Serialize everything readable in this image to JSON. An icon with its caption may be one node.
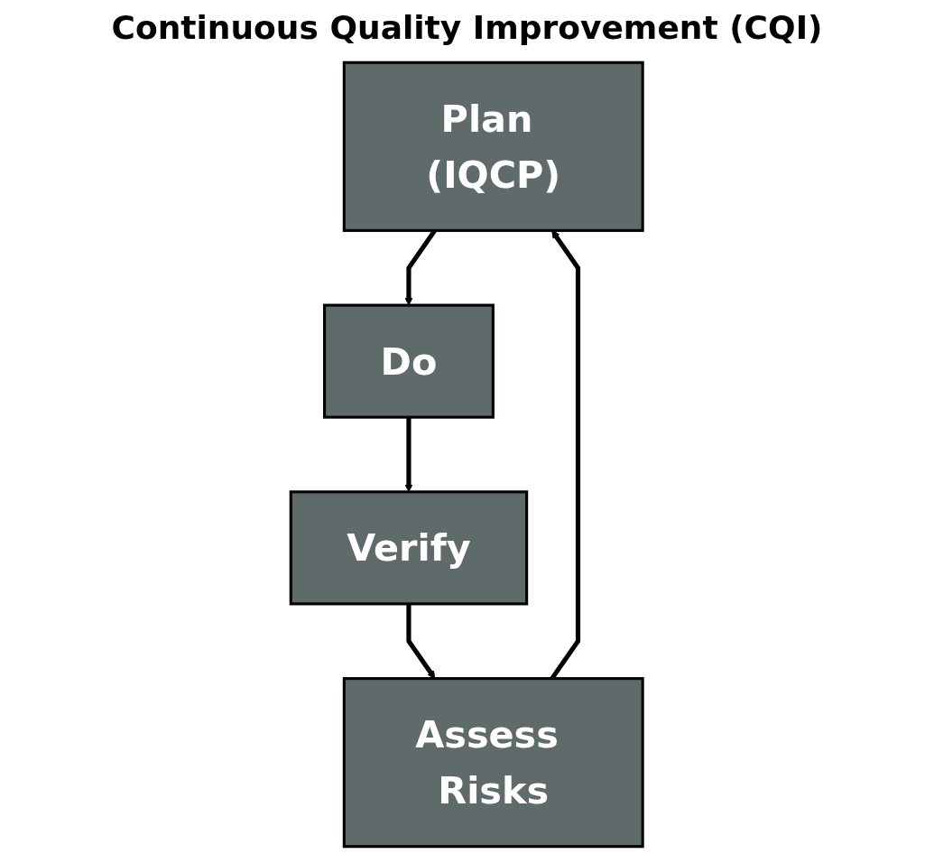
{
  "diagram": {
    "nodes": [
      {
        "text": [
          "Plan (IQCP)"
        ]
      },
      {
        "text": [
          "Do"
        ]
      },
      {
        "text": [
          "Verify"
        ]
      },
      {
        "text": [
          "Assess Risks"
        ]
      }
    ],
    "edges": [
      {
        "from": 0,
        "to": 1,
        "arrow": "to"
      },
      {
        "from": 1,
        "to": 2,
        "arrow": "to"
      },
      {
        "from": 2,
        "to": 3,
        "arrow": "to"
      },
      {
        "from": 3,
        "to": 0,
        "arrow": "to"
      }
    ],
    "labels": [
      "Continuous Quality Improvement (CQI)"
    ]
  }
}
